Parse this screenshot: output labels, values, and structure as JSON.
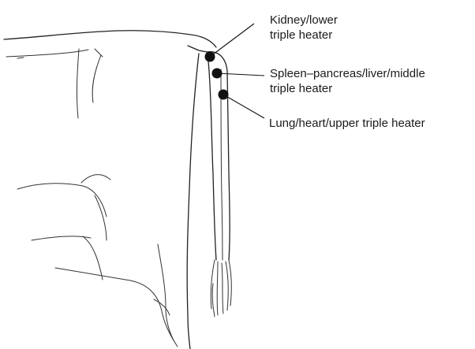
{
  "labels": {
    "kidney": {
      "line1": "Kidney/lower",
      "line2": "triple heater"
    },
    "spleen": {
      "line1": "Spleen–pancreas/liver/middle",
      "line2": "triple heater"
    },
    "lung": {
      "line1": "Lung/heart/upper triple heater"
    }
  },
  "colors": {
    "ink": "#111111",
    "background": "#ffffff"
  }
}
